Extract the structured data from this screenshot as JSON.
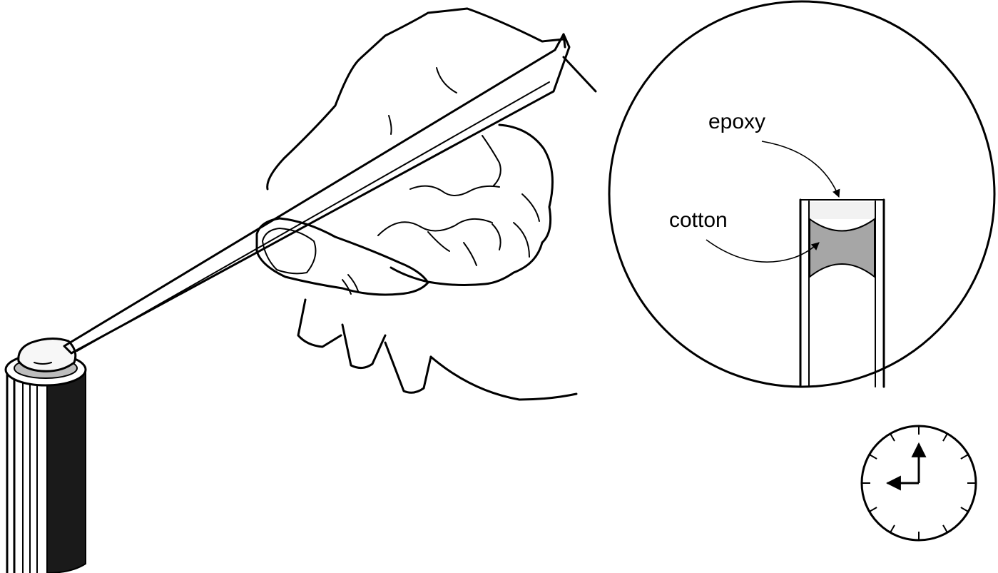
{
  "callout": {
    "epoxy_label": "epoxy",
    "cotton_label": "cotton"
  },
  "clock": {
    "hour": 9,
    "minute": 0
  },
  "colors": {
    "ink": "#000000",
    "cotton_fill": "#a6a6a6",
    "epoxy_fill": "#f2f2f2",
    "tube_dark": "#1a1a1a",
    "glob_fill": "#f7f7f7",
    "ring_fill": "#bdbdbd"
  },
  "icons": {
    "clock": "clock-icon",
    "hand": "hand-icon",
    "tweezers": "tweezers-icon"
  }
}
